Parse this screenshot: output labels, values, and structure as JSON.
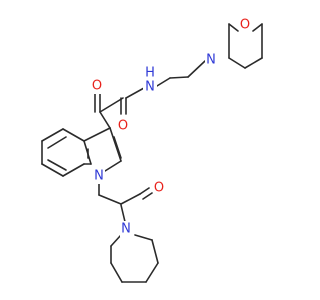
{
  "molecule": {
    "colors": {
      "bond": "#2b2b2b",
      "oxygen": "#e8221c",
      "nitrogen": "#2f39d6",
      "background": "#ffffff"
    },
    "atoms": {
      "morpholine_o": "O",
      "morpholine_n": "N",
      "amide_n": "N",
      "amide_h": "H",
      "amide_o": "O",
      "keto_o": "O",
      "indole_n": "N",
      "acyl_o": "O",
      "azepane_n": "N"
    }
  }
}
